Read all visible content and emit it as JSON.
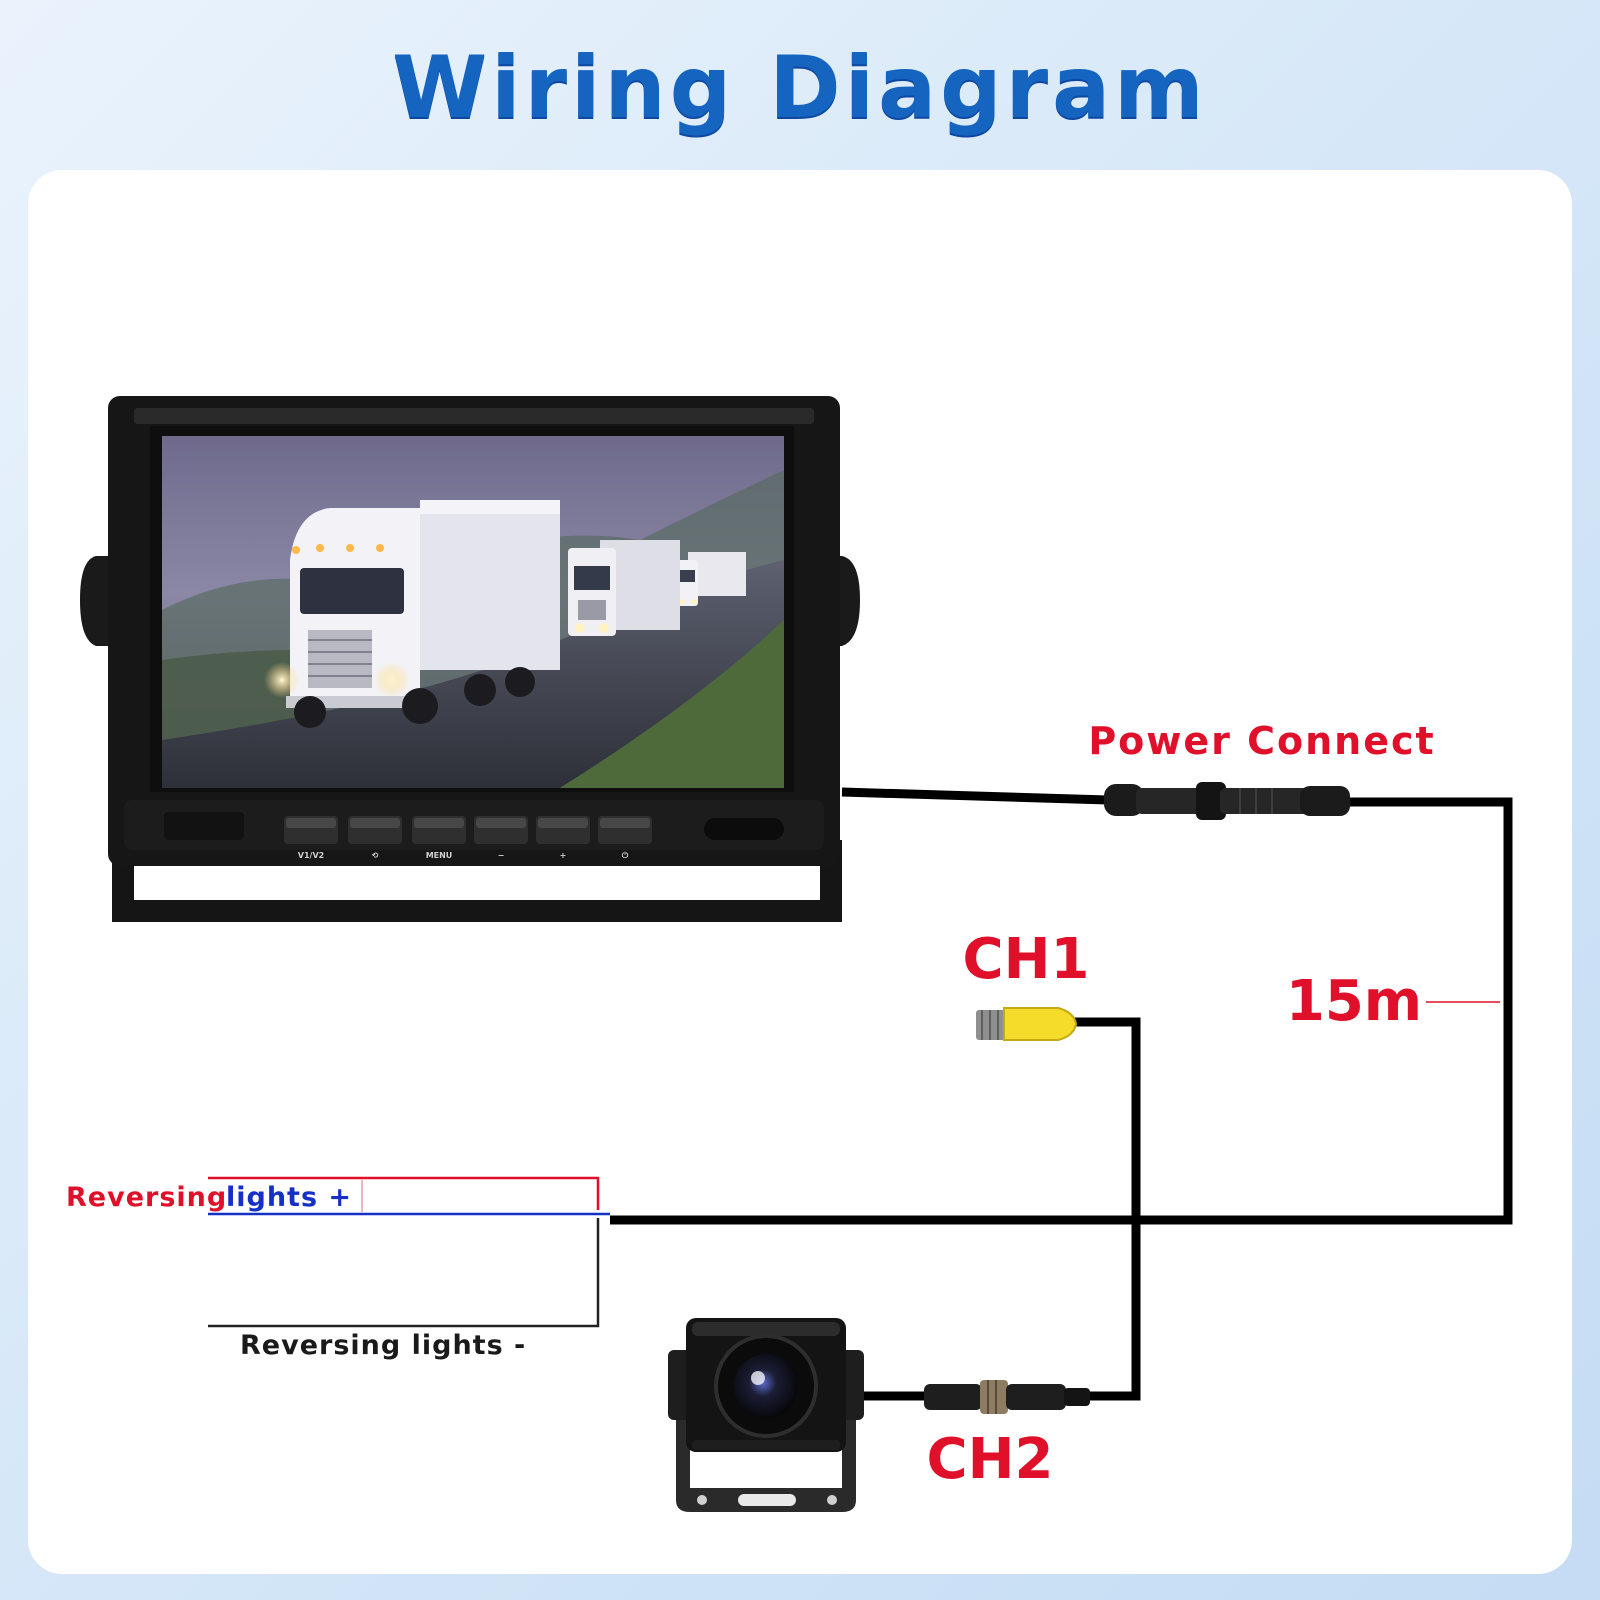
{
  "title": "Wiring Diagram",
  "labels": {
    "power_connect": "Power Connect",
    "ch1": "CH1",
    "ch2": "CH2",
    "length": "15m",
    "reversing_plus_a": "Reversing",
    "reversing_plus_b": "lights +",
    "reversing_minus": "Reversing lights -"
  },
  "monitor_buttons": [
    "V1/V2",
    "⟲",
    "MENU",
    "−",
    "+",
    "⏻"
  ],
  "colors": {
    "title": "#1565c0",
    "label_red": "#e0102a",
    "label_blue": "#1530c8",
    "wire": "#000000",
    "ch1_connector": "#f5dc2a"
  }
}
